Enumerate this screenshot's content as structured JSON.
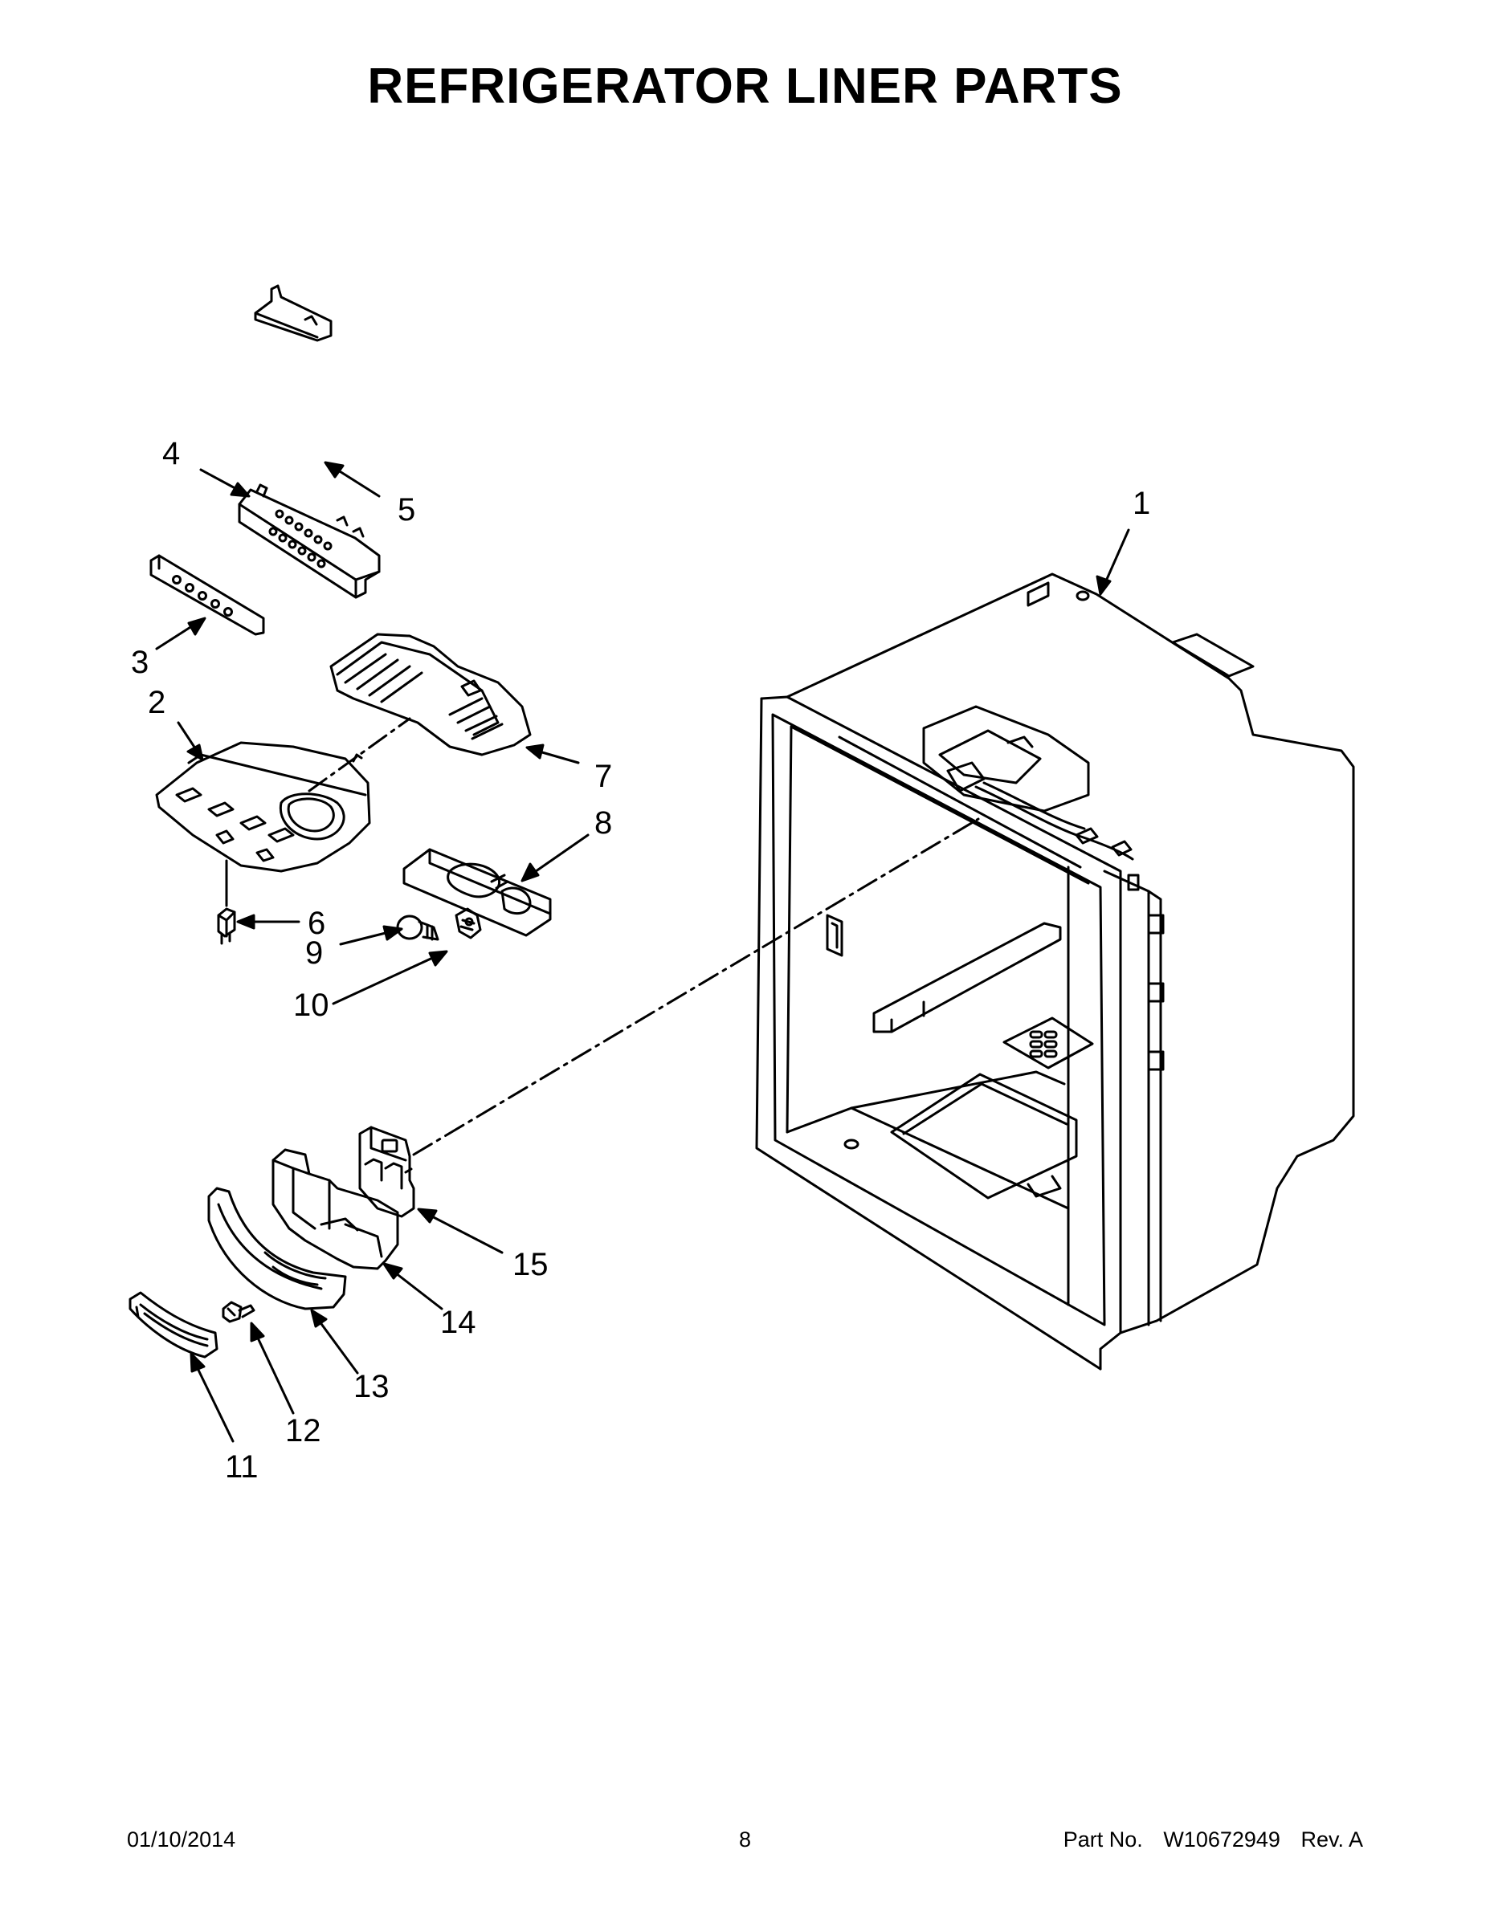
{
  "title": "REFRIGERATOR LINER PARTS",
  "callouts": {
    "c1": "1",
    "c2": "2",
    "c3": "3",
    "c4": "4",
    "c5": "5",
    "c6": "6",
    "c7": "7",
    "c8": "8",
    "c9": "9",
    "c10": "10",
    "c11": "11",
    "c12": "12",
    "c13": "13",
    "c14": "14",
    "c15": "15"
  },
  "footer": {
    "date": "01/10/2014",
    "page": "8",
    "part_label": "Part No.",
    "part_number": "W10672949",
    "revision": "Rev.  A"
  }
}
